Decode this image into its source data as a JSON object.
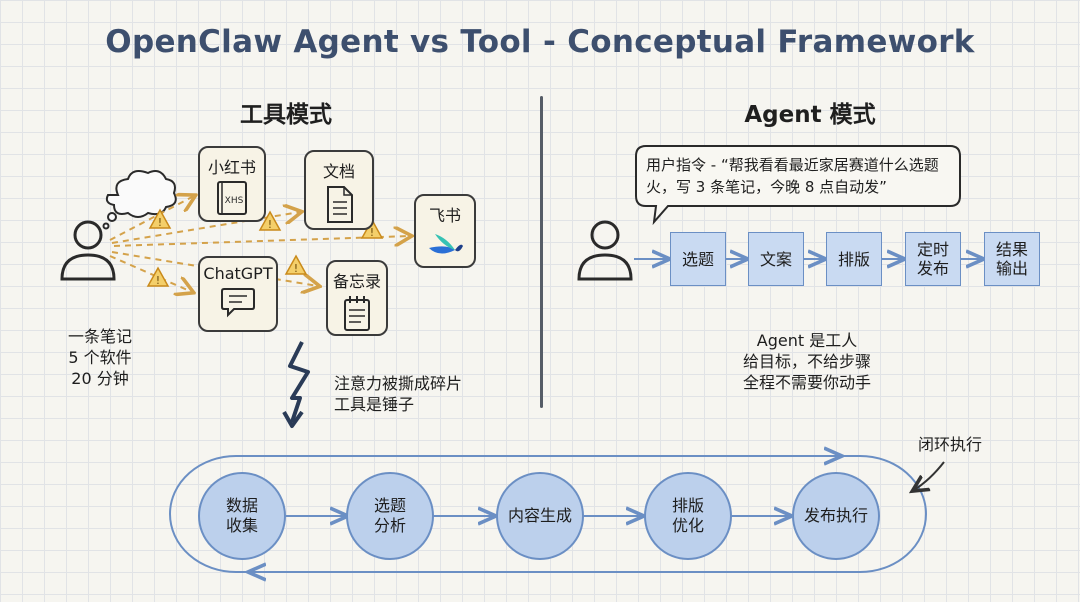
{
  "title": "OpenClaw Agent vs Tool - Conceptual Framework",
  "tool_mode": {
    "heading": "工具模式",
    "apps": {
      "xhs": {
        "label": "小红书",
        "icon_text": "XHS"
      },
      "doc": {
        "label": "文档"
      },
      "feishu": {
        "label": "飞书"
      },
      "chatgpt": {
        "label": "ChatGPT"
      },
      "memo": {
        "label": "备忘录"
      }
    },
    "stats": [
      "一条笔记",
      "5 个软件",
      "20 分钟"
    ],
    "notes": [
      "注意力被撕成碎片",
      "工具是锤子"
    ]
  },
  "agent_mode": {
    "heading": "Agent 模式",
    "instruction": "用户指令 - “帮我看看最近家居赛道什么选题火，写 3 条笔记，今晚 8 点自动发”",
    "steps": [
      "选题",
      "文案",
      "排版",
      "定时\n发布",
      "结果\n输出"
    ],
    "summary": [
      "Agent 是工人",
      "给目标，不给步骤",
      "全程不需要你动手"
    ]
  },
  "loop": {
    "label": "闭环执行",
    "nodes": [
      "数据\n收集",
      "选题\n分析",
      "内容生成",
      "排版\n优化",
      "发布执行"
    ]
  },
  "colors": {
    "title": "#3d4f6e",
    "arrow_orange": "#d4a24a",
    "warning": "#e8b43e",
    "blue_arrow": "#6b8fc4",
    "step_fill": "#c9daf2",
    "node_fill": "#bcd0ec"
  }
}
